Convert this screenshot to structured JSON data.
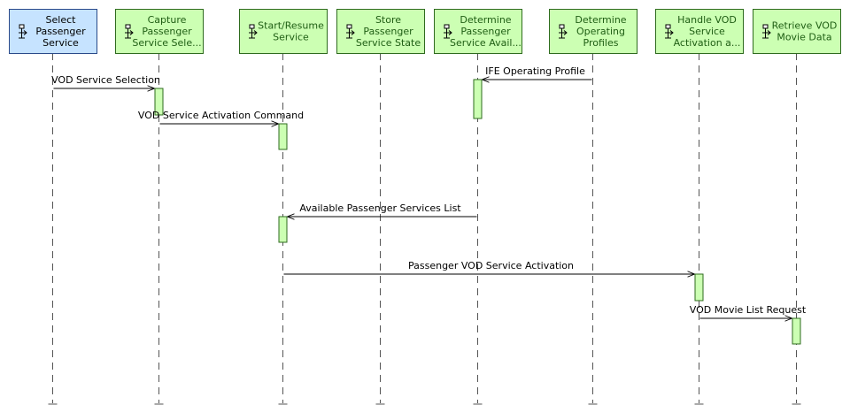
{
  "diagram": {
    "colors": {
      "selected_fill": "#c6e3ff",
      "selected_stroke": "#2a4a8a",
      "selected_text": "#000000",
      "function_fill": "#ccffb3",
      "function_stroke": "#2e6b1e",
      "function_text": "#1f5e14",
      "activation_fill": "#ccffb3",
      "lifeline": "#555555",
      "arrow": "#000000"
    },
    "actors": [
      {
        "id": "a0",
        "lines": [
          "Select",
          "Passenger",
          "Service"
        ],
        "style": "selected"
      },
      {
        "id": "a1",
        "lines": [
          "Capture",
          "Passenger",
          "Service Sele..."
        ],
        "style": "function"
      },
      {
        "id": "a2",
        "lines": [
          "Start/Resume",
          "Service"
        ],
        "style": "function"
      },
      {
        "id": "a3",
        "lines": [
          "Store",
          "Passenger",
          "Service State"
        ],
        "style": "function"
      },
      {
        "id": "a4",
        "lines": [
          "Determine",
          "Passenger",
          "Service Avail..."
        ],
        "style": "function"
      },
      {
        "id": "a5",
        "lines": [
          "Determine",
          "Operating",
          "Profiles"
        ],
        "style": "function"
      },
      {
        "id": "a6",
        "lines": [
          "Handle VOD",
          "Service",
          "Activation a..."
        ],
        "style": "function"
      },
      {
        "id": "a7",
        "lines": [
          "Retrieve VOD",
          "Movie Data"
        ],
        "style": "function"
      }
    ],
    "messages": [
      {
        "from": 0,
        "to": 1,
        "label": "VOD Service Selection"
      },
      {
        "from": 5,
        "to": 4,
        "label": "IFE Operating Profile"
      },
      {
        "from": 1,
        "to": 2,
        "label": "VOD Service Activation Command"
      },
      {
        "from": 4,
        "to": 2,
        "label": "Available Passenger Services List"
      },
      {
        "from": 2,
        "to": 6,
        "label": "Passenger VOD Service Activation"
      },
      {
        "from": 6,
        "to": 7,
        "label": "VOD Movie List Request"
      }
    ]
  }
}
